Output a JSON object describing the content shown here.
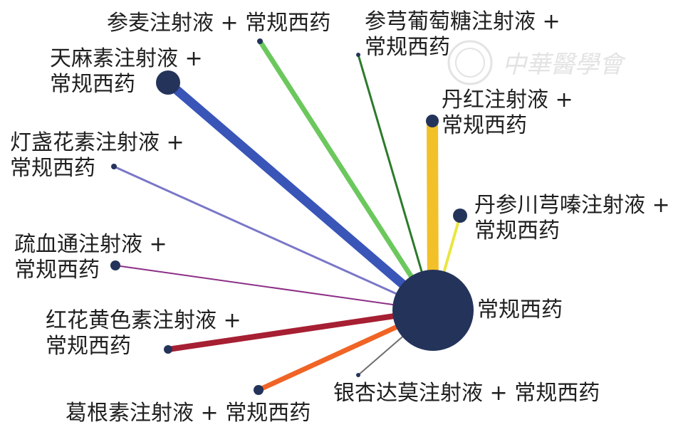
{
  "diagram": {
    "type": "network",
    "hub": {
      "label": "常规西药",
      "color": "#24335a"
    },
    "treatments": [
      {
        "id": "tianma",
        "label_lines": [
          "天麻素注射液 +",
          "常规西药"
        ],
        "color": "#3a55b8",
        "node_color": "#24335a"
      },
      {
        "id": "shenmai",
        "label_lines": [
          "参麦注射液 + 常规西药"
        ],
        "color": "#6cc85d",
        "node_color": "#24335a"
      },
      {
        "id": "shenxiong",
        "label_lines": [
          "参芎葡萄糖注射液 +",
          "常规西药"
        ],
        "color": "#2b7a2b",
        "node_color": "#24335a"
      },
      {
        "id": "danhong",
        "label_lines": [
          "丹红注射液 +",
          "常规西药"
        ],
        "color": "#f2c029",
        "node_color": "#24335a"
      },
      {
        "id": "danshen",
        "label_lines": [
          "丹参川芎嗪注射液 +",
          "常规西药"
        ],
        "color": "#e9e640",
        "node_color": "#24335a"
      },
      {
        "id": "dengzhan",
        "label_lines": [
          "灯盏花素注射液 +",
          "常规西药"
        ],
        "color": "#7a77c8",
        "node_color": "#24335a"
      },
      {
        "id": "shuxuetong",
        "label_lines": [
          "疏血通注射液 +",
          "常规西药"
        ],
        "color": "#8c2f86",
        "node_color": "#24335a"
      },
      {
        "id": "honghua",
        "label_lines": [
          "红花黄色素注射液 +",
          "常规西药"
        ],
        "color": "#a61f32",
        "node_color": "#24335a"
      },
      {
        "id": "gegen",
        "label_lines": [
          "葛根素注射液 + 常规西药"
        ],
        "color": "#f06425",
        "node_color": "#24335a"
      },
      {
        "id": "yinxing",
        "label_lines": [
          "银杏达莫注射液 + 常规西药"
        ],
        "color": "#6e6e6e",
        "node_color": "#24335a"
      }
    ]
  },
  "watermark": {
    "text": "中華醫學會",
    "color": "#e3e3e3"
  }
}
